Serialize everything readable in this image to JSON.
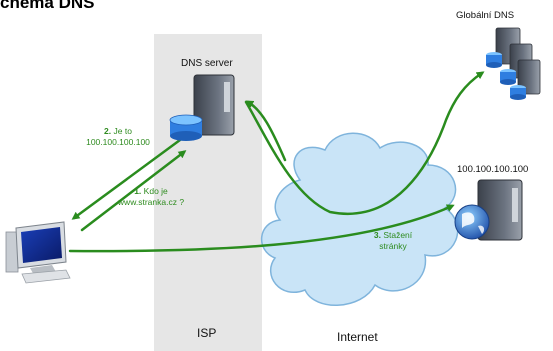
{
  "title": "chéma DNS",
  "labels": {
    "dns_server": "DNS server",
    "global_dns": "Globální DNS",
    "ip_address": "100.100.100.100",
    "isp": "ISP",
    "internet": "Internet"
  },
  "steps": {
    "step2_num": "2.",
    "step2_text": "Je to",
    "step2_value": "100.100.100.100",
    "step1_num": "1.",
    "step1_text": "Kdo je",
    "step1_value": "www.stranka.cz ?",
    "step3_num": "3.",
    "step3_text": "Stažení",
    "step3_value": "stránky"
  },
  "colors": {
    "arrow": "#2a8c1e",
    "isp_band": "#e6e6e6",
    "cloud_fill": "#c9e4f7",
    "cloud_stroke": "#7fb4dc",
    "server_body": "#5d6470",
    "globe": "#3f78d6"
  },
  "icons": [
    "computer-icon",
    "dns-server-icon",
    "global-dns-servers-icon",
    "web-server-icon",
    "internet-cloud-icon"
  ]
}
